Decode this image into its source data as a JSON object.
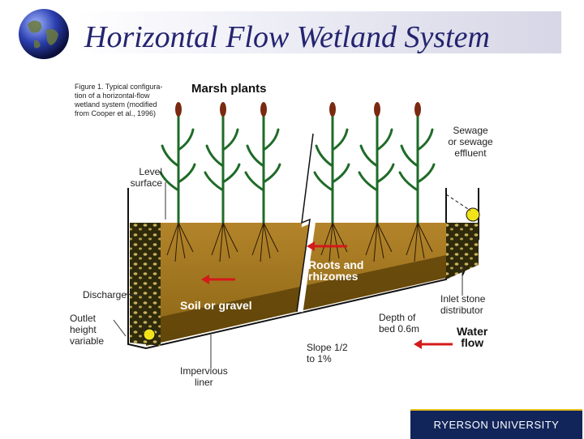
{
  "slide": {
    "title": "Horizontal Flow Wetland System",
    "logo_text": "RYERSON UNIVERSITY",
    "globe_icon": "globe-icon"
  },
  "diagram": {
    "figure_caption": "Figure 1. Typical configura-\ntion of a horizontal-flow\nwetland system (modified\nfrom Cooper et al., 1996)",
    "labels": {
      "marsh_plants": "Marsh plants",
      "level_surface": "Level\nsurface",
      "sewage": "Sewage\nor sewage\neffluent",
      "roots": "Roots and\nrhizomes",
      "discharge": "Discharge",
      "outlet": "Outlet\nheight\nvariable",
      "soil": "Soil or gravel",
      "inlet": "Inlet stone\ndistributor",
      "depth": "Depth of\nbed 0.6m",
      "water_flow": "Water\nflow",
      "slope": "Slope 1/2\nto 1%",
      "liner": "Impervious\nliner"
    },
    "colors": {
      "soil": "#a77a1e",
      "soil_dark": "#5a4008",
      "gravel": "#2e2a0a",
      "plant": "#1f6b28",
      "seed_head": "#7a2a10",
      "arrow": "#d41a1a",
      "pipe": "#f2e21a"
    }
  }
}
